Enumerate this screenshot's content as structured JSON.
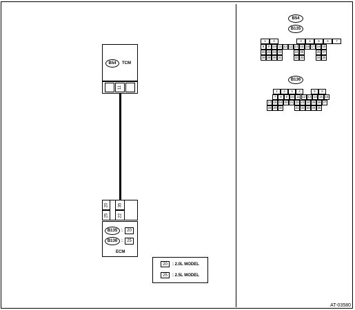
{
  "tcm": {
    "connector": "B54",
    "label": "TCM",
    "pin": "11"
  },
  "ecm": {
    "label": "ECM",
    "pins_top": [
      "20",
      "35"
    ],
    "pins_bottom": [
      "25",
      "22"
    ],
    "refs": [
      {
        "connector": "B135",
        "pin": "20"
      },
      {
        "connector": "B136",
        "pin": "25"
      }
    ],
    "sep": ":"
  },
  "legend": [
    {
      "pin": "20",
      "text": ": 2.0L MODEL"
    },
    {
      "pin": "25",
      "text": ": 2.5L MODEL"
    }
  ],
  "conn_a": {
    "labels": [
      "B54",
      "B135"
    ],
    "rows": [
      [
        "1",
        "2",
        "",
        "",
        "3",
        "4",
        "5",
        "6",
        "7"
      ],
      [
        "8",
        "9",
        "10",
        "11",
        "12",
        "13",
        "14",
        "15",
        "16",
        "17",
        "18",
        "19"
      ],
      [
        "20",
        "21",
        "22",
        "23",
        "",
        "",
        "24",
        "25",
        "",
        "",
        "26",
        "27"
      ],
      [
        "28",
        "29",
        "30",
        "31",
        "",
        "",
        "32",
        "33",
        "",
        "",
        "34",
        "35"
      ]
    ]
  },
  "conn_b": {
    "label": "B136",
    "rows": [
      [
        "1",
        "2",
        "3",
        "4",
        "",
        "5",
        "6"
      ],
      [
        "7",
        "8",
        "9",
        "10",
        "11",
        "12",
        "13",
        "14",
        "15",
        "16"
      ],
      [
        "17",
        "18",
        "19",
        "20",
        "21",
        "22",
        "23",
        "24",
        "25",
        "26",
        "27"
      ],
      [
        "28",
        "29",
        "30",
        "",
        "",
        "31",
        "32",
        "33",
        "34",
        "35"
      ]
    ]
  },
  "figure_id": "AT-03580"
}
